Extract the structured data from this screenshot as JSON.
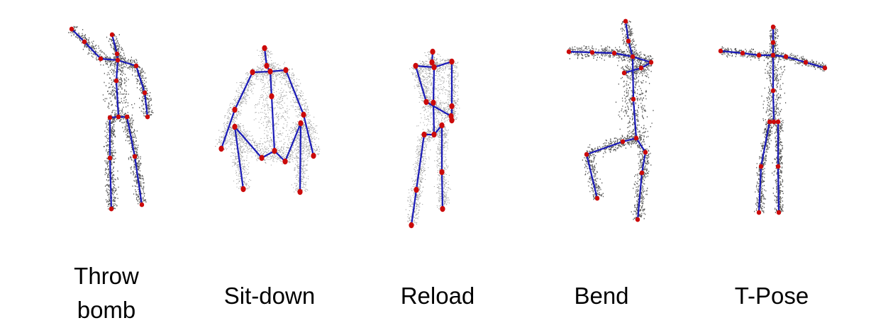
{
  "poses": [
    {
      "id": "throw-bomb",
      "label_lines": [
        "Throw",
        "bomb"
      ]
    },
    {
      "id": "sit-down",
      "label_lines": [
        "Sit-down"
      ]
    },
    {
      "id": "reload",
      "label_lines": [
        "Reload"
      ]
    },
    {
      "id": "bend",
      "label_lines": [
        "Bend"
      ]
    },
    {
      "id": "t-pose",
      "label_lines": [
        "T-Pose"
      ]
    }
  ],
  "colors": {
    "bone": "#1a1ab8",
    "joint": "#cc0a0a",
    "cloud": "#222222"
  }
}
